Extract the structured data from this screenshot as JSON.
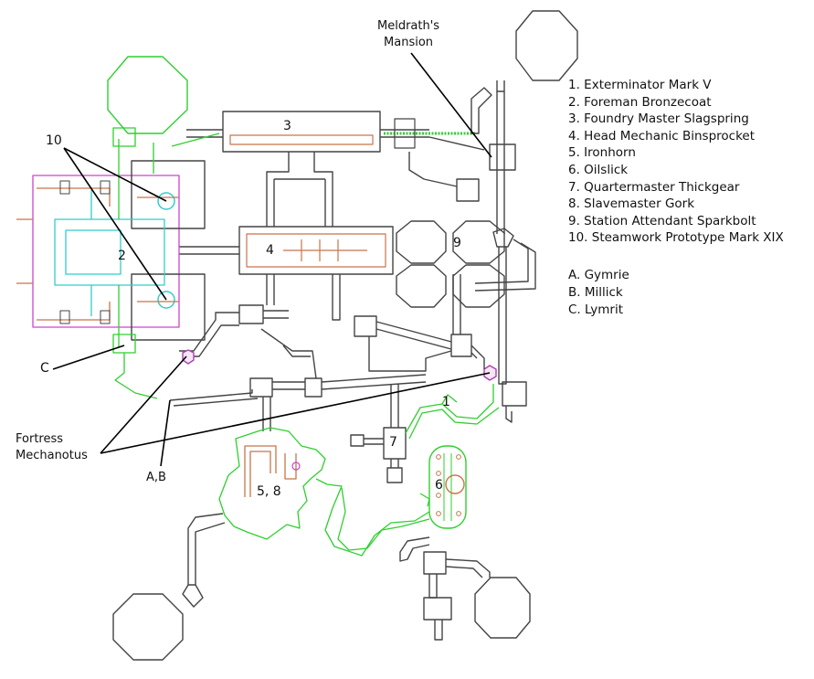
{
  "map": {
    "callouts": {
      "meldrath": [
        "Meldrath's",
        "Mansion"
      ],
      "fortress": [
        "Fortress",
        "Mechanotus"
      ],
      "ten": "10",
      "c": "C",
      "ab": "A,B"
    },
    "room_numbers": {
      "r1": "1",
      "r2": "2",
      "r3": "3",
      "r4": "4",
      "r58": "5, 8",
      "r6": "6",
      "r7": "7",
      "r9": "9"
    },
    "legend": {
      "bosses": [
        "1. Exterminator Mark V",
        "2. Foreman Bronzecoat",
        "3. Foundry Master Slagspring",
        "4. Head Mechanic Binsprocket",
        "5. Ironhorn",
        "6. Oilslick",
        "7. Quartermaster Thickgear",
        "8. Slavemaster Gork",
        "9. Station Attendant Sparkbolt",
        "10.  Steamwork Prototype Mark XIX"
      ],
      "npcs": [
        "A. Gymrie",
        "B. Millick",
        "C. Lymrit"
      ]
    }
  }
}
